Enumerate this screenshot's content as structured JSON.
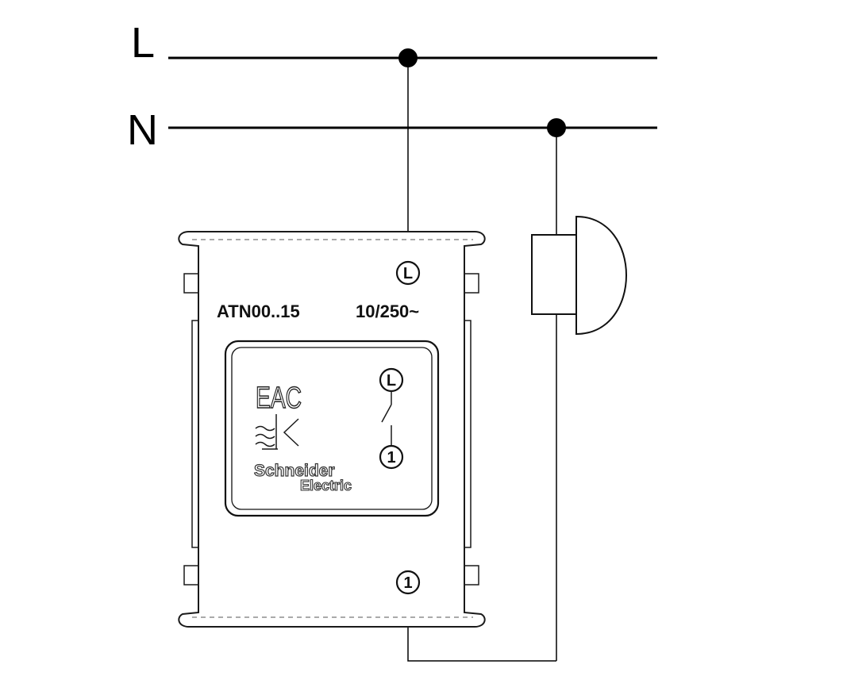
{
  "lines": {
    "live_label": "L",
    "neutral_label": "N"
  },
  "device": {
    "model": "ATN00..15",
    "rating": "10/250~",
    "terminal_top": "L",
    "terminal_bottom": "1",
    "certification_mark": "EAC",
    "schematic_top": "L",
    "schematic_bottom": "1",
    "brand_name": "Schneider",
    "brand_sub": "Electric"
  }
}
